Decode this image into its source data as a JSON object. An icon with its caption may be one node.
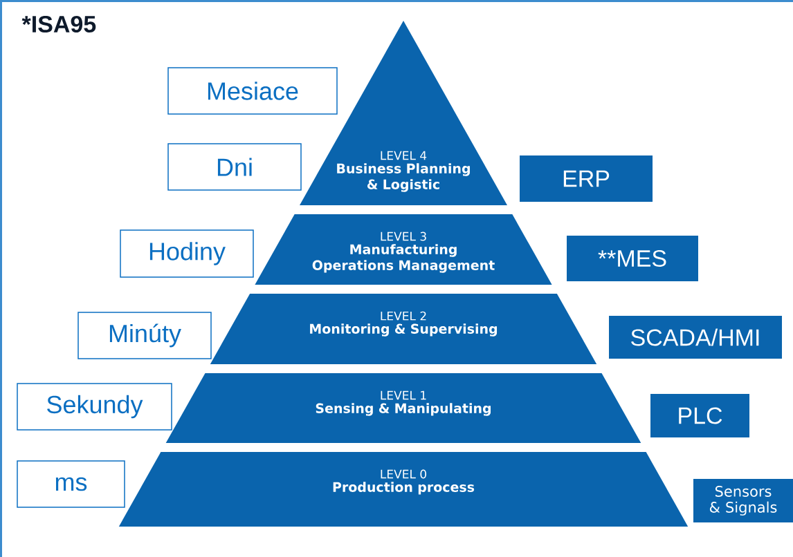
{
  "diagram": {
    "title": "*ISA95",
    "nodes": [
      {
        "text": [
          "Mesiace"
        ]
      },
      {
        "text": [
          "Dni"
        ]
      },
      {
        "text": [
          "LEVEL 4",
          "Business Planning & Logistic"
        ]
      },
      {
        "text": [
          "ERP"
        ]
      },
      {
        "text": [
          "Hodiny"
        ]
      },
      {
        "text": [
          "LEVEL 3",
          "Manufacturing Operations Management"
        ]
      },
      {
        "text": [
          "**MES"
        ]
      },
      {
        "text": [
          "Minúty"
        ]
      },
      {
        "text": [
          "LEVEL 2",
          "Monitoring & Supervising"
        ]
      },
      {
        "text": [
          "SCADA/HMI"
        ]
      },
      {
        "text": [
          "Sekundy"
        ]
      },
      {
        "text": [
          "LEVEL 1",
          "Sensing & Manipulating"
        ]
      },
      {
        "text": [
          "PLC"
        ]
      },
      {
        "text": [
          "ms"
        ]
      },
      {
        "text": [
          "LEVEL 0",
          "Production process"
        ]
      },
      {
        "text": [
          "Sensors & Signals"
        ]
      }
    ]
  }
}
